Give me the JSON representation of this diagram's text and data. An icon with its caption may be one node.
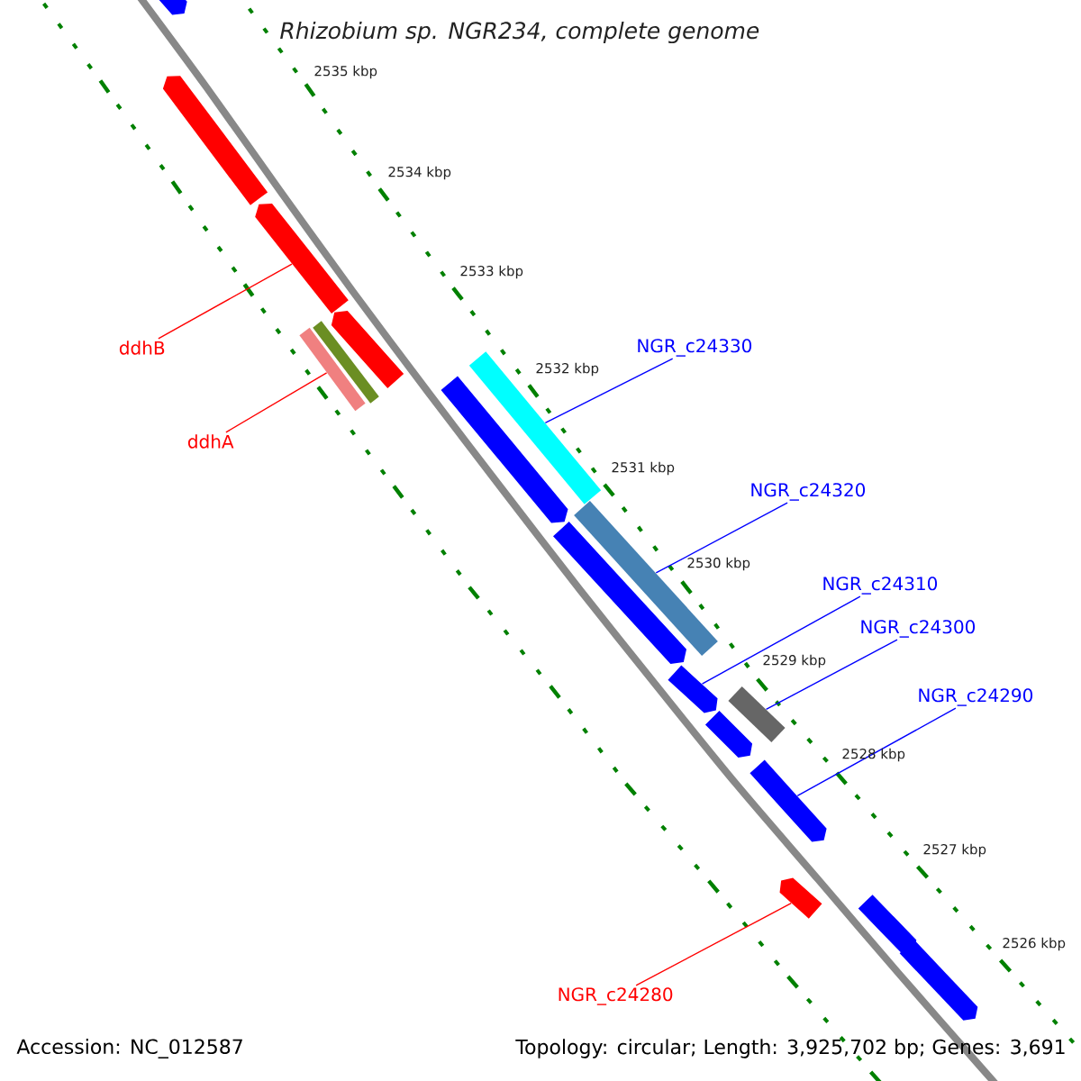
{
  "diagram": {
    "title": "Rhizobium sp. NGR234, complete genome",
    "nodes": [
      {
        "text": [],
        "shape": "arrow"
      },
      {
        "text": [],
        "shape": "arrow"
      },
      {
        "text": [],
        "shape": "arrow"
      },
      {
        "text": [
          "ddhB"
        ]
      },
      {
        "text": [],
        "shape": "arrow"
      },
      {
        "text": [],
        "shape": "bar"
      },
      {
        "text": [],
        "shape": "bar"
      },
      {
        "text": [
          "ddhA"
        ]
      },
      {
        "text": [
          "NGR_c24330"
        ]
      },
      {
        "text": [],
        "shape": "bar"
      },
      {
        "text": [],
        "shape": "arrow"
      },
      {
        "text": [
          "NGR_c24320"
        ]
      },
      {
        "text": [],
        "shape": "bar"
      },
      {
        "text": [],
        "shape": "arrow"
      },
      {
        "text": [
          "NGR_c24310"
        ]
      },
      {
        "text": [],
        "shape": "arrow"
      },
      {
        "text": [
          "NGR_c24300"
        ]
      },
      {
        "text": [],
        "shape": "bar"
      },
      {
        "text": [],
        "shape": "arrow"
      },
      {
        "text": [
          "NGR_c24290"
        ]
      },
      {
        "text": [],
        "shape": "arrow"
      },
      {
        "text": [],
        "shape": "arrow"
      },
      {
        "text": [],
        "shape": "arrow"
      },
      {
        "text": [
          "NGR_c24280"
        ]
      },
      {
        "text": [],
        "shape": "arrow"
      }
    ],
    "edges": [
      {
        "from": 3,
        "to": 2,
        "arrow": "none",
        "color": "#ff0000"
      },
      {
        "from": 7,
        "to": 6,
        "arrow": "none",
        "color": "#ff0000"
      },
      {
        "from": 8,
        "to": 9,
        "arrow": "none"
      },
      {
        "from": 11,
        "to": 12,
        "arrow": "none"
      },
      {
        "from": 14,
        "to": 15,
        "arrow": "none"
      },
      {
        "from": 16,
        "to": 17,
        "arrow": "none"
      },
      {
        "from": 19,
        "to": 20,
        "arrow": "none"
      },
      {
        "from": 23,
        "to": 21,
        "arrow": "none",
        "color": "#ff0000"
      }
    ],
    "labels": [
      "2535 kbp",
      "2534 kbp",
      "2533 kbp",
      "2532 kbp",
      "2531 kbp",
      "2530 kbp",
      "2529 kbp",
      "2528 kbp",
      "2527 kbp",
      "2526 kbp",
      "Accession: NC_012587",
      "Topology: circular; Length: 3,925,702 bp; Genes: 3,691"
    ]
  }
}
